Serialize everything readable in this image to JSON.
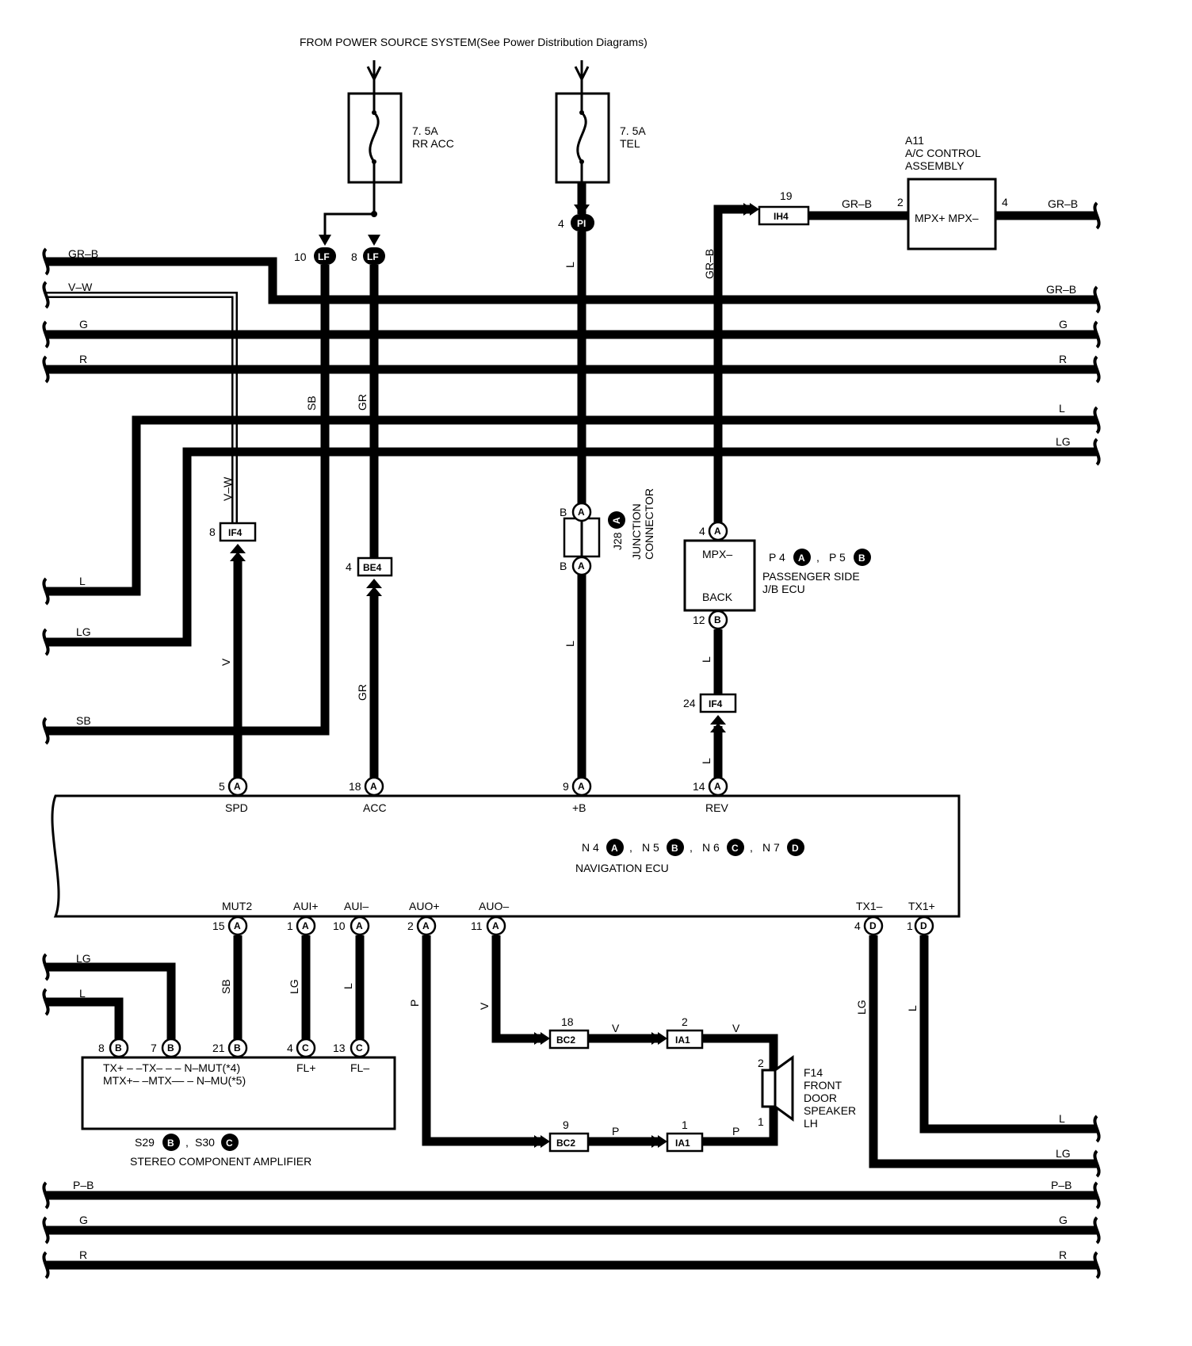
{
  "header": {
    "power_source": "FROM POWER SOURCE SYSTEM(See Power Distribution Diagrams)"
  },
  "fuses": {
    "rr_acc": {
      "rating": "7. 5A",
      "name": "RR ACC"
    },
    "tel": {
      "rating": "7. 5A",
      "name": "TEL"
    }
  },
  "ac_control": {
    "code": "A11",
    "name_line1": "A/C CONTROL",
    "name_line2": "ASSEMBLY",
    "terminals": "MPX+ MPX–",
    "pin_left": "2",
    "pin_right": "4"
  },
  "junction_connector": {
    "code": "J28",
    "letter": "A",
    "name_line1": "JUNCTION",
    "name_line2": "CONNECTOR",
    "pin_top": "B",
    "pin_bottom": "B"
  },
  "jb_ecu": {
    "terminal_top": "MPX–",
    "terminal_bottom": "BACK",
    "pin_top_num": "4",
    "pin_top_letter": "A",
    "pin_bottom_num": "12",
    "pin_bottom_letter": "B",
    "code1": "P 4",
    "letter1": "A",
    "sep": ",",
    "code2": "P 5",
    "letter2": "B",
    "name_line1": "PASSENGER SIDE",
    "name_line2": "J/B ECU"
  },
  "navigation_ecu": {
    "name": "NAVIGATION ECU",
    "codes": [
      {
        "code": "N 4",
        "letter": "A"
      },
      {
        "code": "N 5",
        "letter": "B"
      },
      {
        "code": "N 6",
        "letter": "C"
      },
      {
        "code": "N 7",
        "letter": "D"
      }
    ],
    "sep": ",",
    "top_terminals": [
      {
        "name": "SPD",
        "num": "5",
        "letter": "A"
      },
      {
        "name": "ACC",
        "num": "18",
        "letter": "A"
      },
      {
        "name": "+B",
        "num": "9",
        "letter": "A"
      },
      {
        "name": "REV",
        "num": "14",
        "letter": "A"
      }
    ],
    "bottom_terminals": [
      {
        "name": "MUT2",
        "num": "15",
        "letter": "A"
      },
      {
        "name": "AUI+",
        "num": "1",
        "letter": "A"
      },
      {
        "name": "AUI–",
        "num": "10",
        "letter": "A"
      },
      {
        "name": "AUO+",
        "num": "2",
        "letter": "A"
      },
      {
        "name": "AUO–",
        "num": "11",
        "letter": "A"
      },
      {
        "name": "TX1–",
        "num": "4",
        "letter": "D"
      },
      {
        "name": "TX1+",
        "num": "1",
        "letter": "D"
      }
    ]
  },
  "amplifier": {
    "name": "STEREO COMPONENT AMPLIFIER",
    "code1": "S29",
    "letter1": "B",
    "sep": ",",
    "code2": "S30",
    "letter2": "C",
    "line1": "TX+  –  –TX–   – –  N–MUT(*4)",
    "line2": "MTX+– –MTX–– –   N–MU(*5)",
    "fl_plus": "FL+",
    "fl_minus": "FL–",
    "pins": [
      {
        "num": "8",
        "letter": "B"
      },
      {
        "num": "7",
        "letter": "B"
      },
      {
        "num": "21",
        "letter": "B"
      },
      {
        "num": "4",
        "letter": "C"
      },
      {
        "num": "13",
        "letter": "C"
      }
    ]
  },
  "speaker": {
    "code": "F14",
    "name_lines": [
      "FRONT",
      "DOOR",
      "SPEAKER",
      "LH"
    ],
    "pin_top": "2",
    "pin_bottom": "1"
  },
  "connectors": {
    "lf": "LF",
    "pi": "PI",
    "ih4": "IH4",
    "if4": "IF4",
    "be4": "BE4",
    "bc2": "BC2",
    "ia1": "IA1"
  },
  "pin_numbers": {
    "lf_sb": "10",
    "lf_gr": "8",
    "pi": "4",
    "ih4": "19",
    "if4_top": "8",
    "be4": "4",
    "if4_rev": "24",
    "bc2_top": "18",
    "ia1_top": "2",
    "bc2_bottom": "9",
    "ia1_bottom": "1"
  },
  "wire_colors": {
    "gr_b": "GR–B",
    "v_w": "V–W",
    "g": "G",
    "r": "R",
    "l": "L",
    "lg": "LG",
    "sb": "SB",
    "gr": "GR",
    "v": "V",
    "p": "P",
    "p_b": "P–B"
  }
}
